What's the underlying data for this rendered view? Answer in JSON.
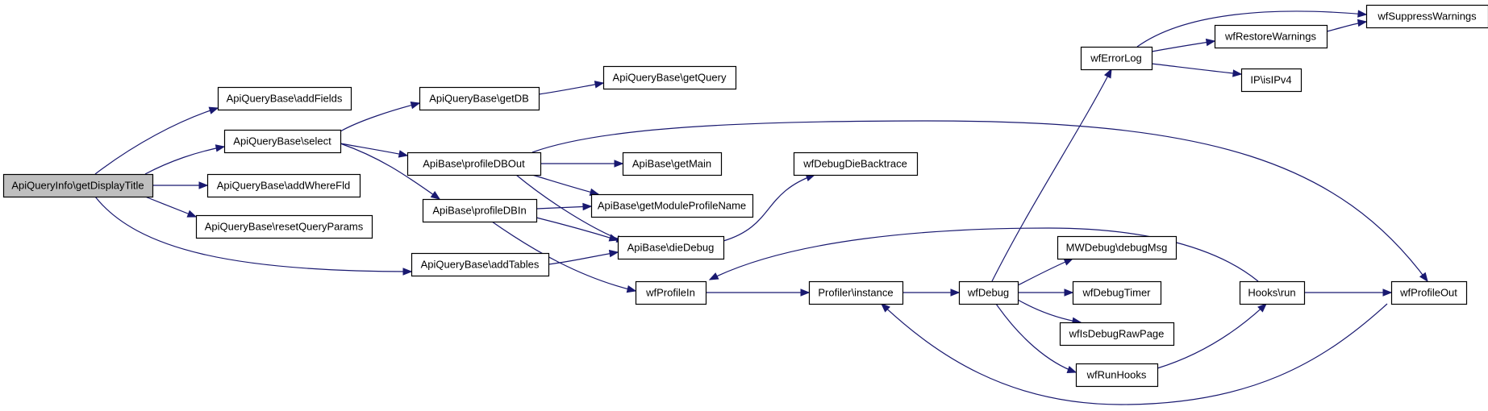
{
  "graph": {
    "root": "ApiQueryInfo\\getDisplayTitle",
    "nodes": [
      {
        "id": "root",
        "label": "ApiQueryInfo\\getDisplayTitle"
      },
      {
        "id": "addFields",
        "label": "ApiQueryBase\\addFields"
      },
      {
        "id": "select",
        "label": "ApiQueryBase\\select"
      },
      {
        "id": "addWhereFld",
        "label": "ApiQueryBase\\addWhereFld"
      },
      {
        "id": "resetQueryParams",
        "label": "ApiQueryBase\\resetQueryParams"
      },
      {
        "id": "addTables",
        "label": "ApiQueryBase\\addTables"
      },
      {
        "id": "getDB",
        "label": "ApiQueryBase\\getDB"
      },
      {
        "id": "profileDBOut",
        "label": "ApiBase\\profileDBOut"
      },
      {
        "id": "profileDBIn",
        "label": "ApiBase\\profileDBIn"
      },
      {
        "id": "getQuery",
        "label": "ApiQueryBase\\getQuery"
      },
      {
        "id": "getMain",
        "label": "ApiBase\\getMain"
      },
      {
        "id": "getModuleProfileName",
        "label": "ApiBase\\getModuleProfileName"
      },
      {
        "id": "dieDebug",
        "label": "ApiBase\\dieDebug"
      },
      {
        "id": "wfProfileIn",
        "label": "wfProfileIn"
      },
      {
        "id": "wfDebugDieBacktrace",
        "label": "wfDebugDieBacktrace"
      },
      {
        "id": "profilerInstance",
        "label": "Profiler\\instance"
      },
      {
        "id": "wfDebug",
        "label": "wfDebug"
      },
      {
        "id": "wfErrorLog",
        "label": "wfErrorLog"
      },
      {
        "id": "mwDebugMsg",
        "label": "MWDebug\\debugMsg"
      },
      {
        "id": "wfDebugTimer",
        "label": "wfDebugTimer"
      },
      {
        "id": "wfIsDebugRawPage",
        "label": "wfIsDebugRawPage"
      },
      {
        "id": "wfRunHooks",
        "label": "wfRunHooks"
      },
      {
        "id": "wfRestoreWarnings",
        "label": "wfRestoreWarnings"
      },
      {
        "id": "wfSuppressWarnings",
        "label": "wfSuppressWarnings"
      },
      {
        "id": "isIPv4",
        "label": "IP\\isIPv4"
      },
      {
        "id": "hooksRun",
        "label": "Hooks\\run"
      },
      {
        "id": "wfProfileOut",
        "label": "wfProfileOut"
      }
    ],
    "edges": [
      [
        "root",
        "addFields"
      ],
      [
        "root",
        "select"
      ],
      [
        "root",
        "addWhereFld"
      ],
      [
        "root",
        "resetQueryParams"
      ],
      [
        "root",
        "addTables"
      ],
      [
        "select",
        "getDB"
      ],
      [
        "select",
        "profileDBOut"
      ],
      [
        "select",
        "profileDBIn"
      ],
      [
        "getDB",
        "getQuery"
      ],
      [
        "profileDBOut",
        "wfProfileOut"
      ],
      [
        "profileDBOut",
        "getMain"
      ],
      [
        "profileDBOut",
        "getModuleProfileName"
      ],
      [
        "profileDBOut",
        "dieDebug"
      ],
      [
        "profileDBIn",
        "getModuleProfileName"
      ],
      [
        "profileDBIn",
        "dieDebug"
      ],
      [
        "profileDBIn",
        "wfProfileIn"
      ],
      [
        "addTables",
        "dieDebug"
      ],
      [
        "dieDebug",
        "wfDebugDieBacktrace"
      ],
      [
        "wfProfileIn",
        "profilerInstance"
      ],
      [
        "profilerInstance",
        "wfDebug"
      ],
      [
        "wfDebug",
        "wfErrorLog"
      ],
      [
        "wfDebug",
        "mwDebugMsg"
      ],
      [
        "wfDebug",
        "wfDebugTimer"
      ],
      [
        "wfDebug",
        "wfIsDebugRawPage"
      ],
      [
        "wfDebug",
        "wfRunHooks"
      ],
      [
        "wfErrorLog",
        "wfSuppressWarnings"
      ],
      [
        "wfErrorLog",
        "wfRestoreWarnings"
      ],
      [
        "wfErrorLog",
        "isIPv4"
      ],
      [
        "wfRestoreWarnings",
        "wfSuppressWarnings"
      ],
      [
        "wfRunHooks",
        "hooksRun"
      ],
      [
        "hooksRun",
        "wfProfileIn"
      ],
      [
        "hooksRun",
        "wfProfileOut"
      ],
      [
        "wfProfileOut",
        "profilerInstance"
      ]
    ]
  },
  "colors": {
    "edge": "#191970",
    "node_fill": "#ffffff",
    "root_fill": "#bfbfbf",
    "border": "#000000"
  }
}
